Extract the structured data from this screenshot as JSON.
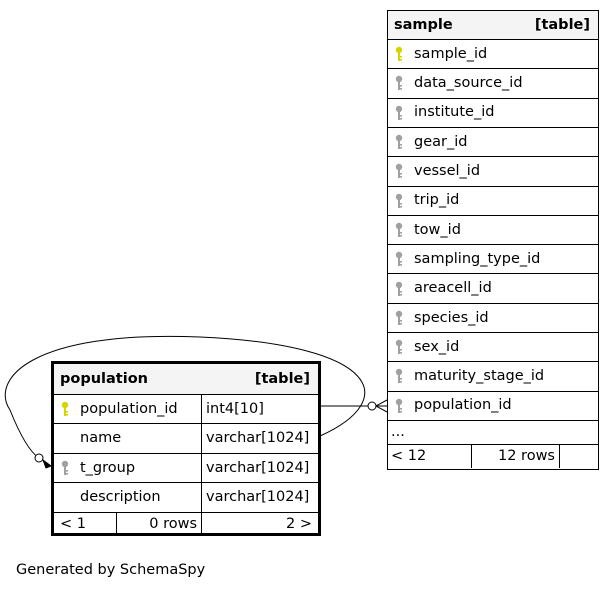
{
  "population": {
    "name": "population",
    "type": "[table]",
    "columns": [
      {
        "name": "population_id",
        "datatype": "int4[10]",
        "key": "primary"
      },
      {
        "name": "name",
        "datatype": "varchar[1024]",
        "key": "none"
      },
      {
        "name": "t_group",
        "datatype": "varchar[1024]",
        "key": "foreign"
      },
      {
        "name": "description",
        "datatype": "varchar[1024]",
        "key": "none"
      }
    ],
    "footer": {
      "left": "< 1",
      "mid": "0 rows",
      "right": "2 >"
    }
  },
  "sample": {
    "name": "sample",
    "type": "[table]",
    "columns": [
      {
        "name": "sample_id",
        "key": "primary"
      },
      {
        "name": "data_source_id",
        "key": "foreign"
      },
      {
        "name": "institute_id",
        "key": "foreign"
      },
      {
        "name": "gear_id",
        "key": "foreign"
      },
      {
        "name": "vessel_id",
        "key": "foreign"
      },
      {
        "name": "trip_id",
        "key": "foreign"
      },
      {
        "name": "tow_id",
        "key": "foreign"
      },
      {
        "name": "sampling_type_id",
        "key": "foreign"
      },
      {
        "name": "areacell_id",
        "key": "foreign"
      },
      {
        "name": "species_id",
        "key": "foreign"
      },
      {
        "name": "sex_id",
        "key": "foreign"
      },
      {
        "name": "maturity_stage_id",
        "key": "foreign"
      },
      {
        "name": "population_id",
        "key": "foreign"
      }
    ],
    "ellipsis": "...",
    "footer": {
      "left": "< 12",
      "mid": "12 rows",
      "right": ""
    }
  },
  "generated_by": "Generated by SchemaSpy",
  "colors": {
    "primary_key": "#d4d400",
    "foreign_key": "#a0a0a0",
    "header_bg": "#f4f4f4"
  }
}
